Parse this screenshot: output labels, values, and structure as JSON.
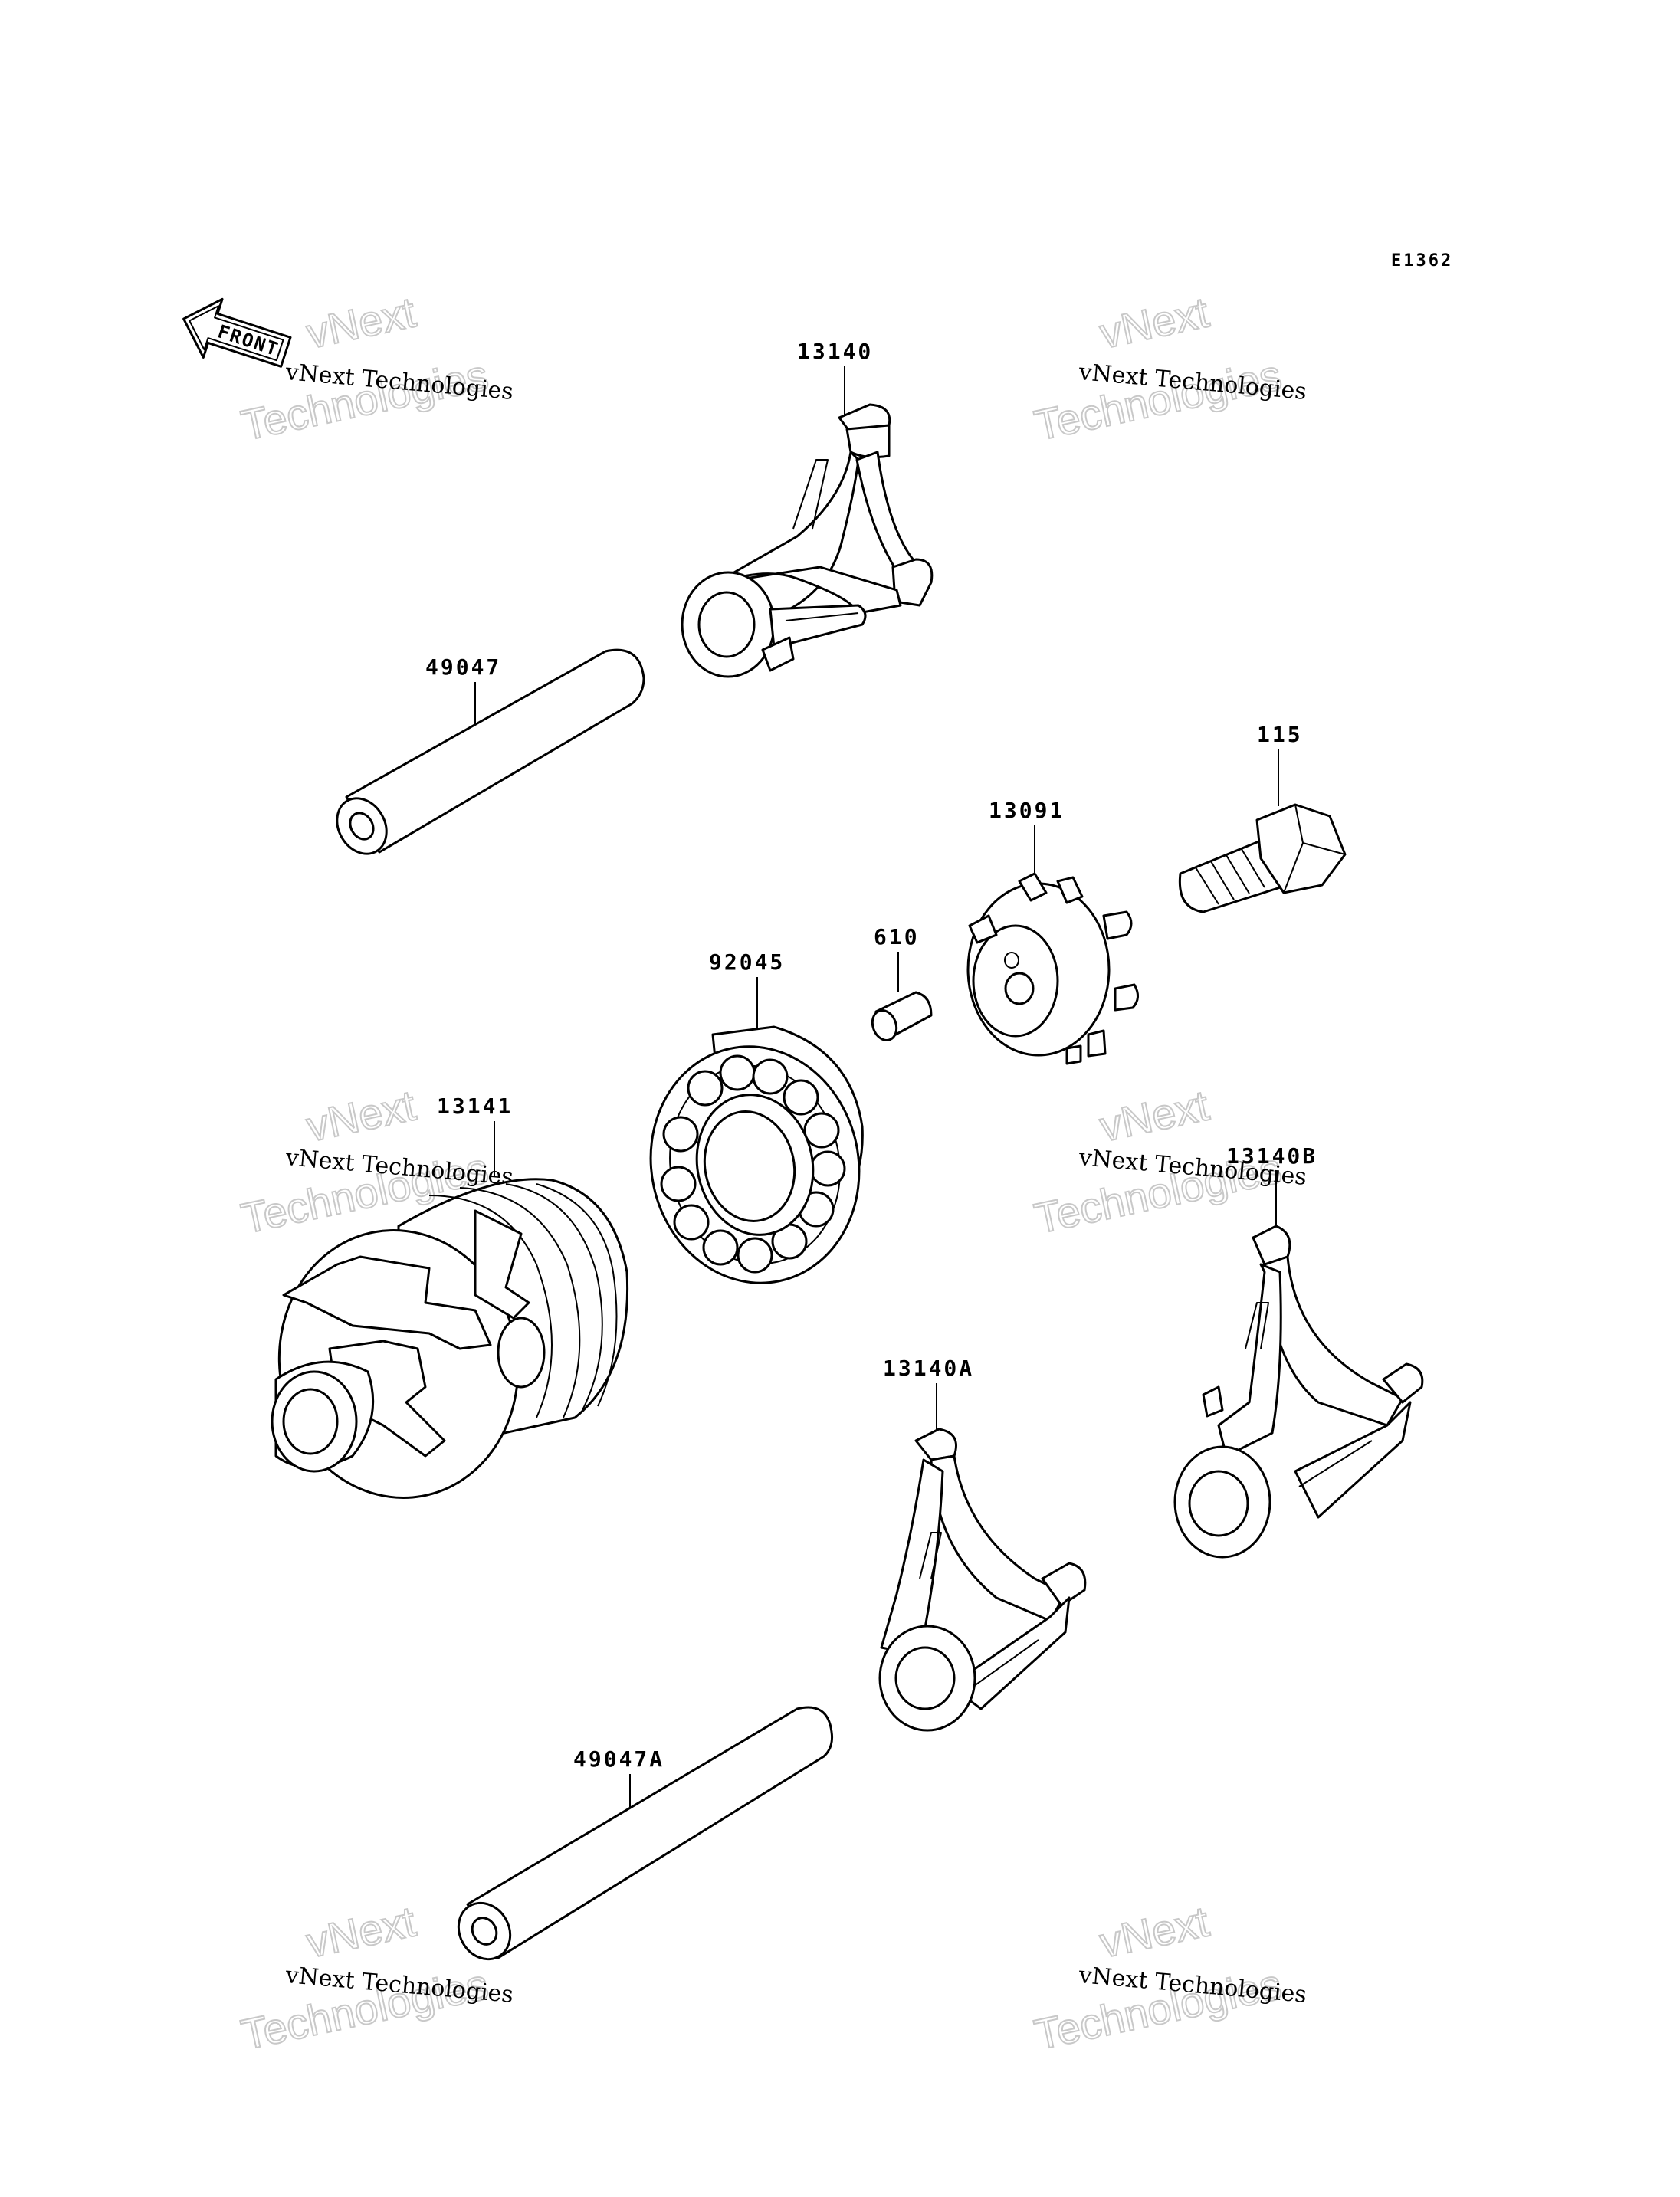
{
  "diagram_code": "E1362",
  "front_label": "FRONT",
  "parts": {
    "p13140": "13140",
    "p49047": "49047",
    "p115": "115",
    "p13091": "13091",
    "p610": "610",
    "p92045": "92045",
    "p13141": "13141",
    "p13140B": "13140B",
    "p13140A": "13140A",
    "p49047A": "49047A"
  },
  "watermark": {
    "line_small": "vNext Technologies",
    "line_big_1": "vNext",
    "line_big_2": "Technologies"
  }
}
